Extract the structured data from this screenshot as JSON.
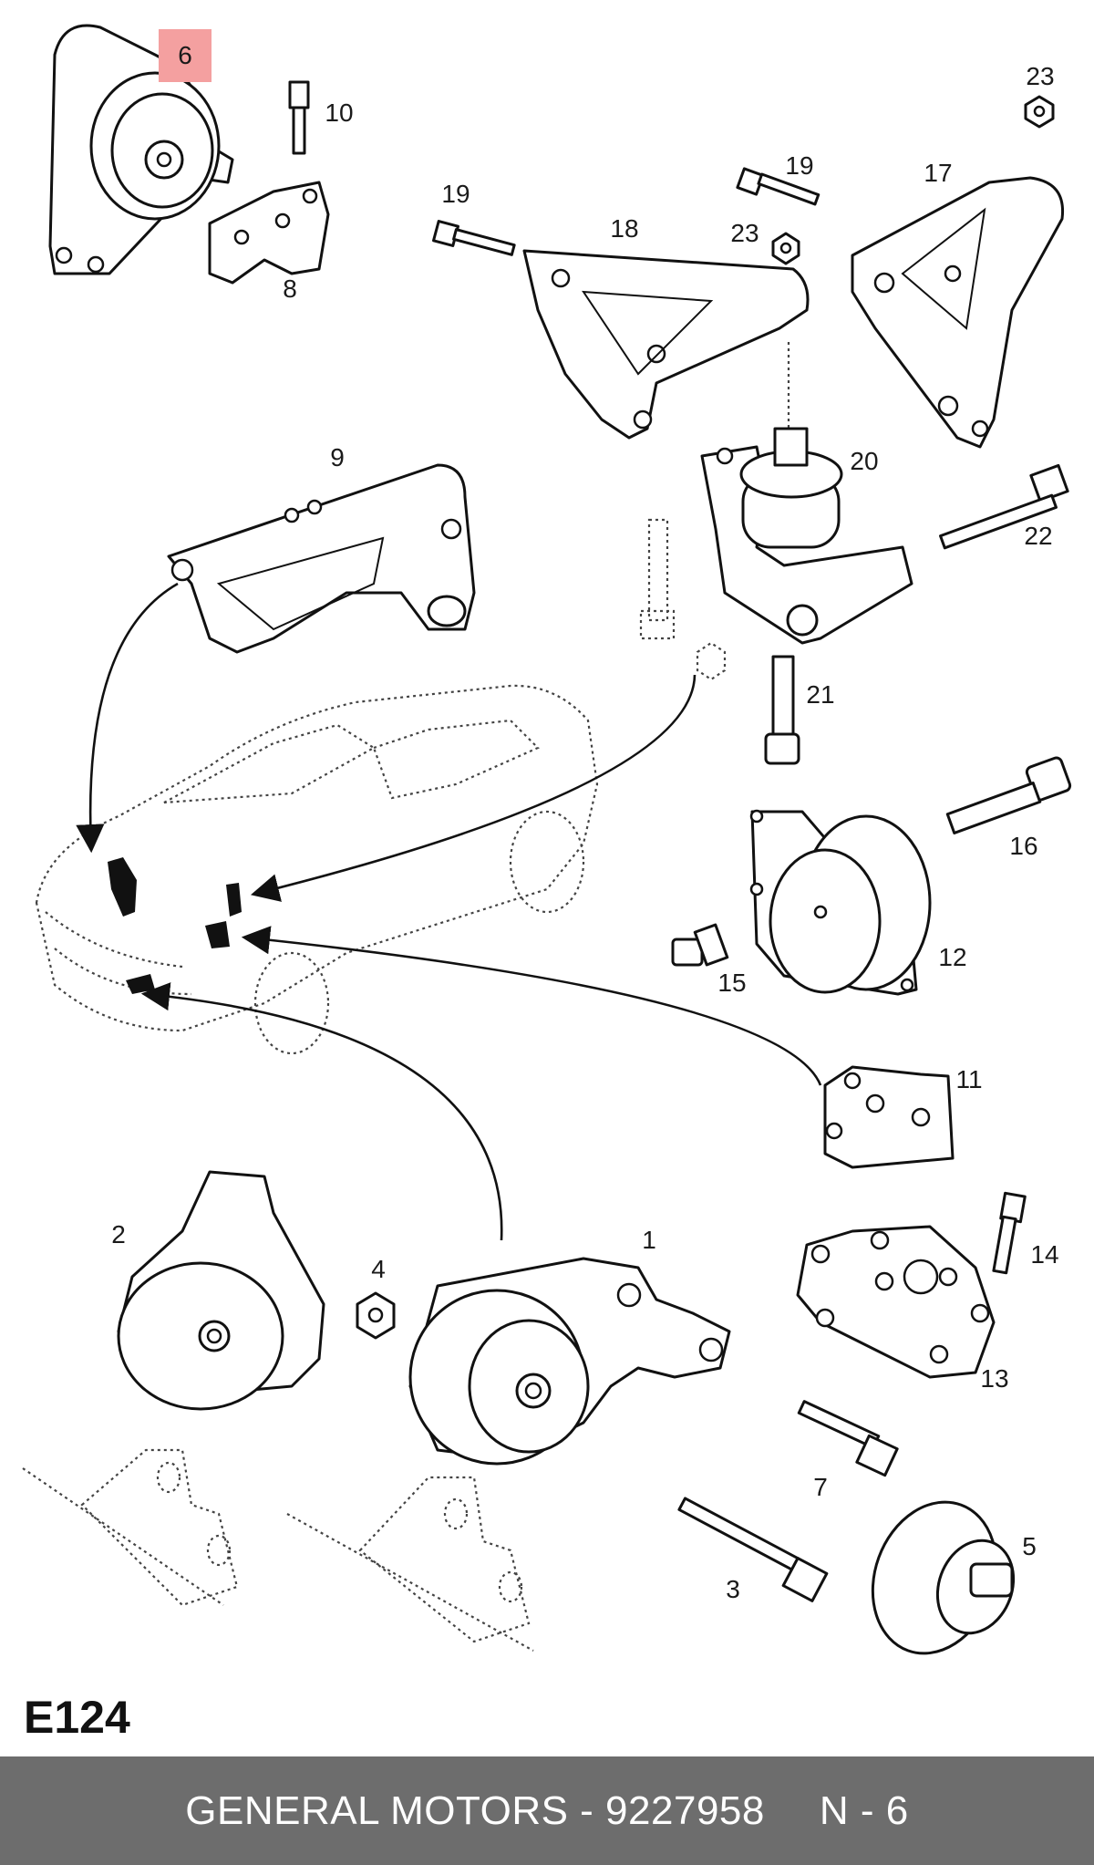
{
  "diagram": {
    "highlighted_callout": "6",
    "callouts": [
      {
        "id": "c1",
        "label": "1"
      },
      {
        "id": "c2",
        "label": "2"
      },
      {
        "id": "c3",
        "label": "3"
      },
      {
        "id": "c4",
        "label": "4"
      },
      {
        "id": "c5",
        "label": "5"
      },
      {
        "id": "c7",
        "label": "7"
      },
      {
        "id": "c8",
        "label": "8"
      },
      {
        "id": "c9",
        "label": "9"
      },
      {
        "id": "c10",
        "label": "10"
      },
      {
        "id": "c11",
        "label": "11"
      },
      {
        "id": "c12",
        "label": "12"
      },
      {
        "id": "c13",
        "label": "13"
      },
      {
        "id": "c14",
        "label": "14"
      },
      {
        "id": "c15",
        "label": "15"
      },
      {
        "id": "c16",
        "label": "16"
      },
      {
        "id": "c17",
        "label": "17"
      },
      {
        "id": "c18",
        "label": "18"
      },
      {
        "id": "c19a",
        "label": "19"
      },
      {
        "id": "c19b",
        "label": "19"
      },
      {
        "id": "c20",
        "label": "20"
      },
      {
        "id": "c21",
        "label": "21"
      },
      {
        "id": "c22",
        "label": "22"
      },
      {
        "id": "c23a",
        "label": "23"
      },
      {
        "id": "c23b",
        "label": "23"
      }
    ],
    "section_code": "E124"
  },
  "footer": {
    "brand_part": "GENERAL MOTORS - 9227958",
    "position": "N - 6"
  },
  "colors": {
    "highlight": "#f4a0a0",
    "footer_bg": "#6d6d6d",
    "footer_text": "#ffffff"
  }
}
